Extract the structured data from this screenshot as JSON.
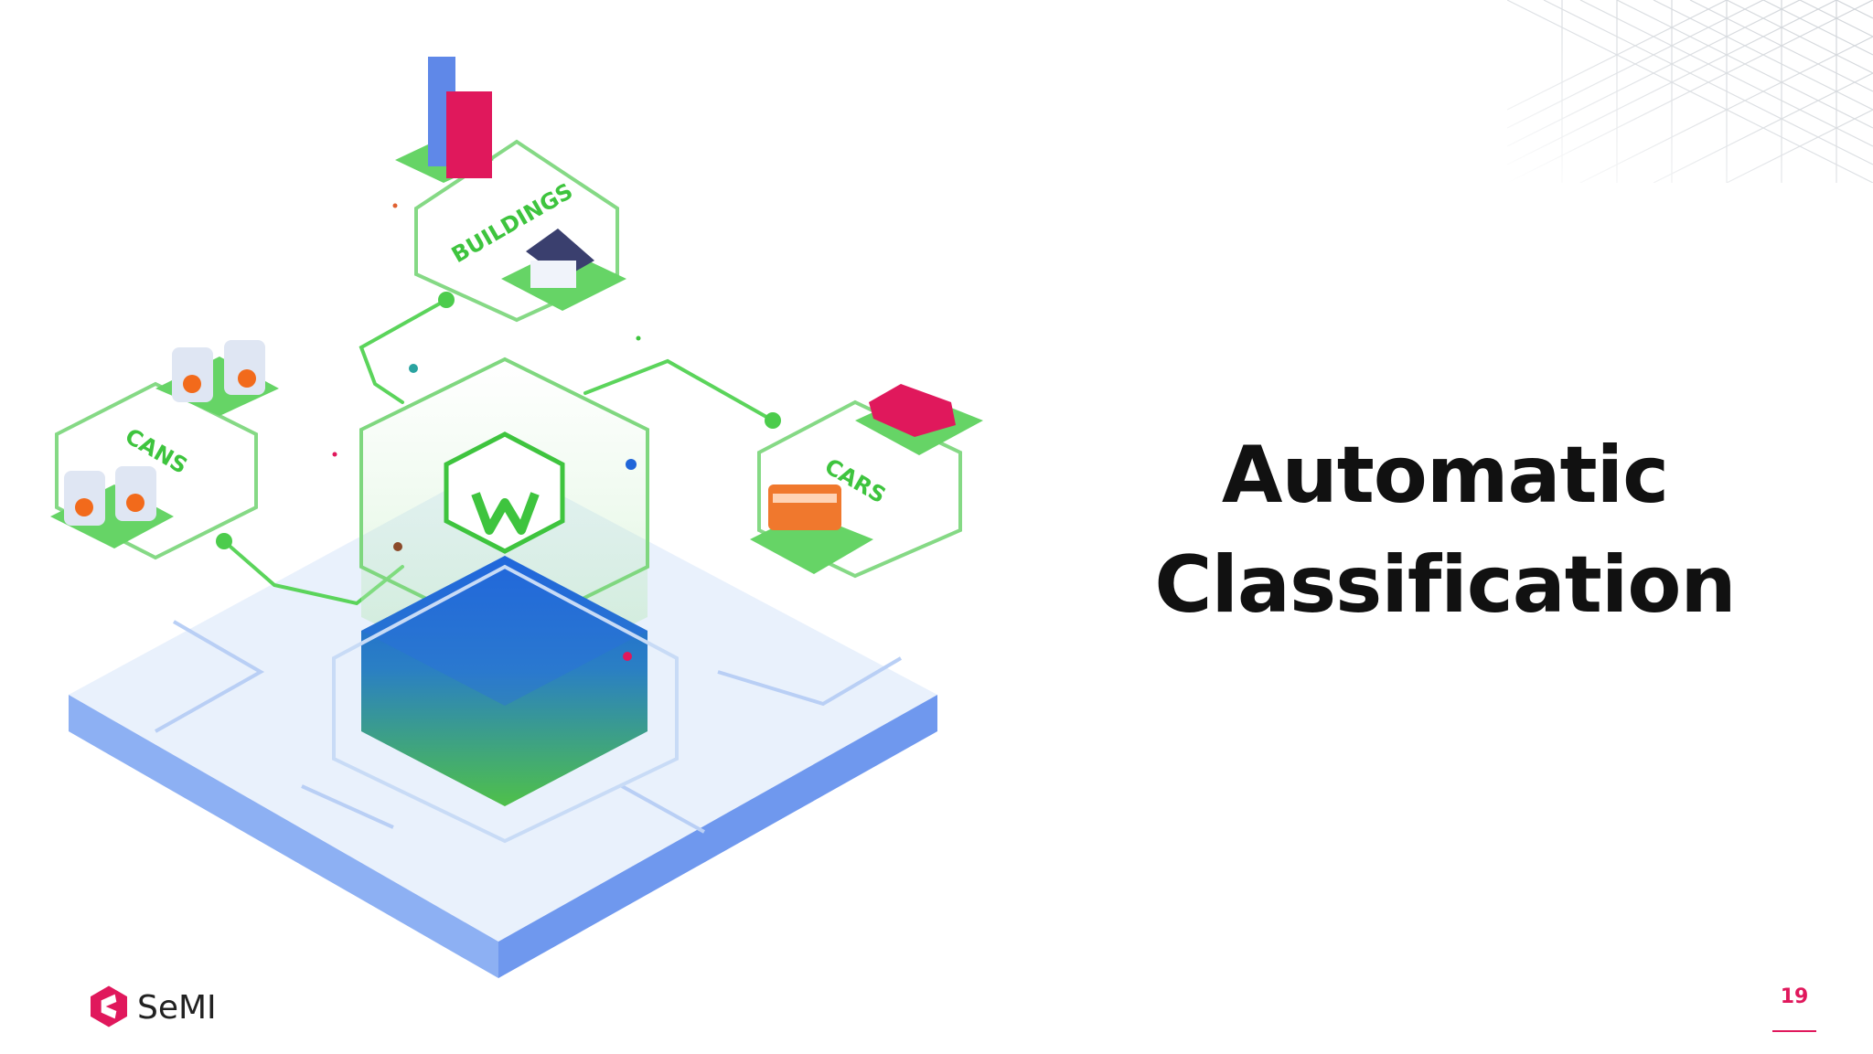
{
  "slide": {
    "title_line1": "Automatic",
    "title_line2": "Classification",
    "page_number": "19",
    "logo_text": "SeMI"
  },
  "illustration": {
    "labels": {
      "buildings": "BUILDINGS",
      "cans": "CANS",
      "cars": "CARS"
    }
  },
  "colors": {
    "accent_green": "#3ec43e",
    "platform_blue": "#7fa6f2",
    "cube_blue": "#1f6fd6",
    "brand_pink": "#e0185c"
  }
}
